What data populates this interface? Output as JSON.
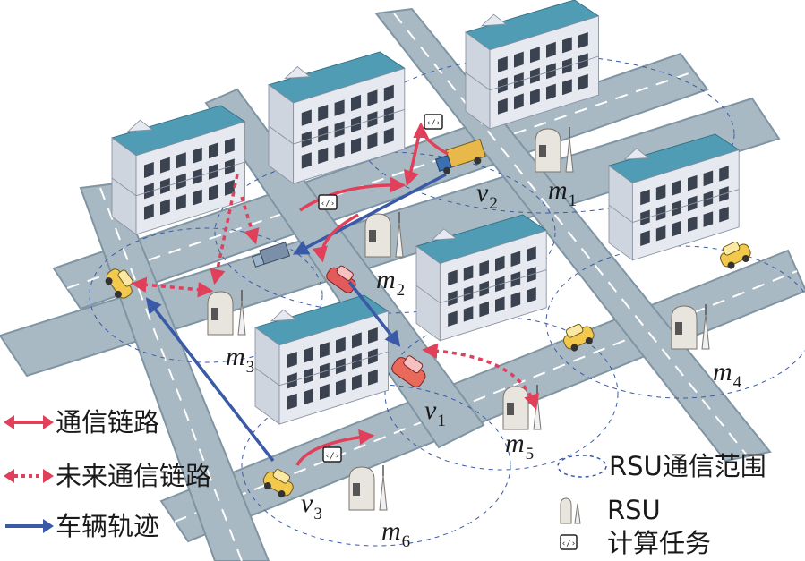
{
  "colors": {
    "comm_link": "#e0405a",
    "future_link": "#e0405a",
    "trajectory": "#3a5aa8",
    "road": "#a9b9c3",
    "road_edge": "#7f95a3",
    "roof": "#4f9cb4",
    "building": "#e6e9f0",
    "window": "#3c4350",
    "rsu_range": "#3a5aa8"
  },
  "nodes": {
    "rsu": [
      {
        "id": "m1",
        "base": "m",
        "sub": "1"
      },
      {
        "id": "m2",
        "base": "m",
        "sub": "2"
      },
      {
        "id": "m3",
        "base": "m",
        "sub": "3"
      },
      {
        "id": "m4",
        "base": "m",
        "sub": "4"
      },
      {
        "id": "m5",
        "base": "m",
        "sub": "5"
      },
      {
        "id": "m6",
        "base": "m",
        "sub": "6"
      }
    ],
    "vehicles": [
      {
        "id": "v1",
        "base": "v",
        "sub": "1"
      },
      {
        "id": "v2",
        "base": "v",
        "sub": "2"
      },
      {
        "id": "v3",
        "base": "v",
        "sub": "3"
      }
    ]
  },
  "legend_left": {
    "comm_link": "通信链路",
    "future_link": "未来通信链路",
    "trajectory": "车辆轨迹"
  },
  "legend_right": {
    "rsu_range": "RSU通信范围",
    "rsu": "RSU",
    "task": "计算任务"
  },
  "icons": {
    "task": "code-task-icon",
    "rsu": "rsu-tower-icon",
    "vehicle": "car-icon",
    "truck": "truck-icon"
  }
}
